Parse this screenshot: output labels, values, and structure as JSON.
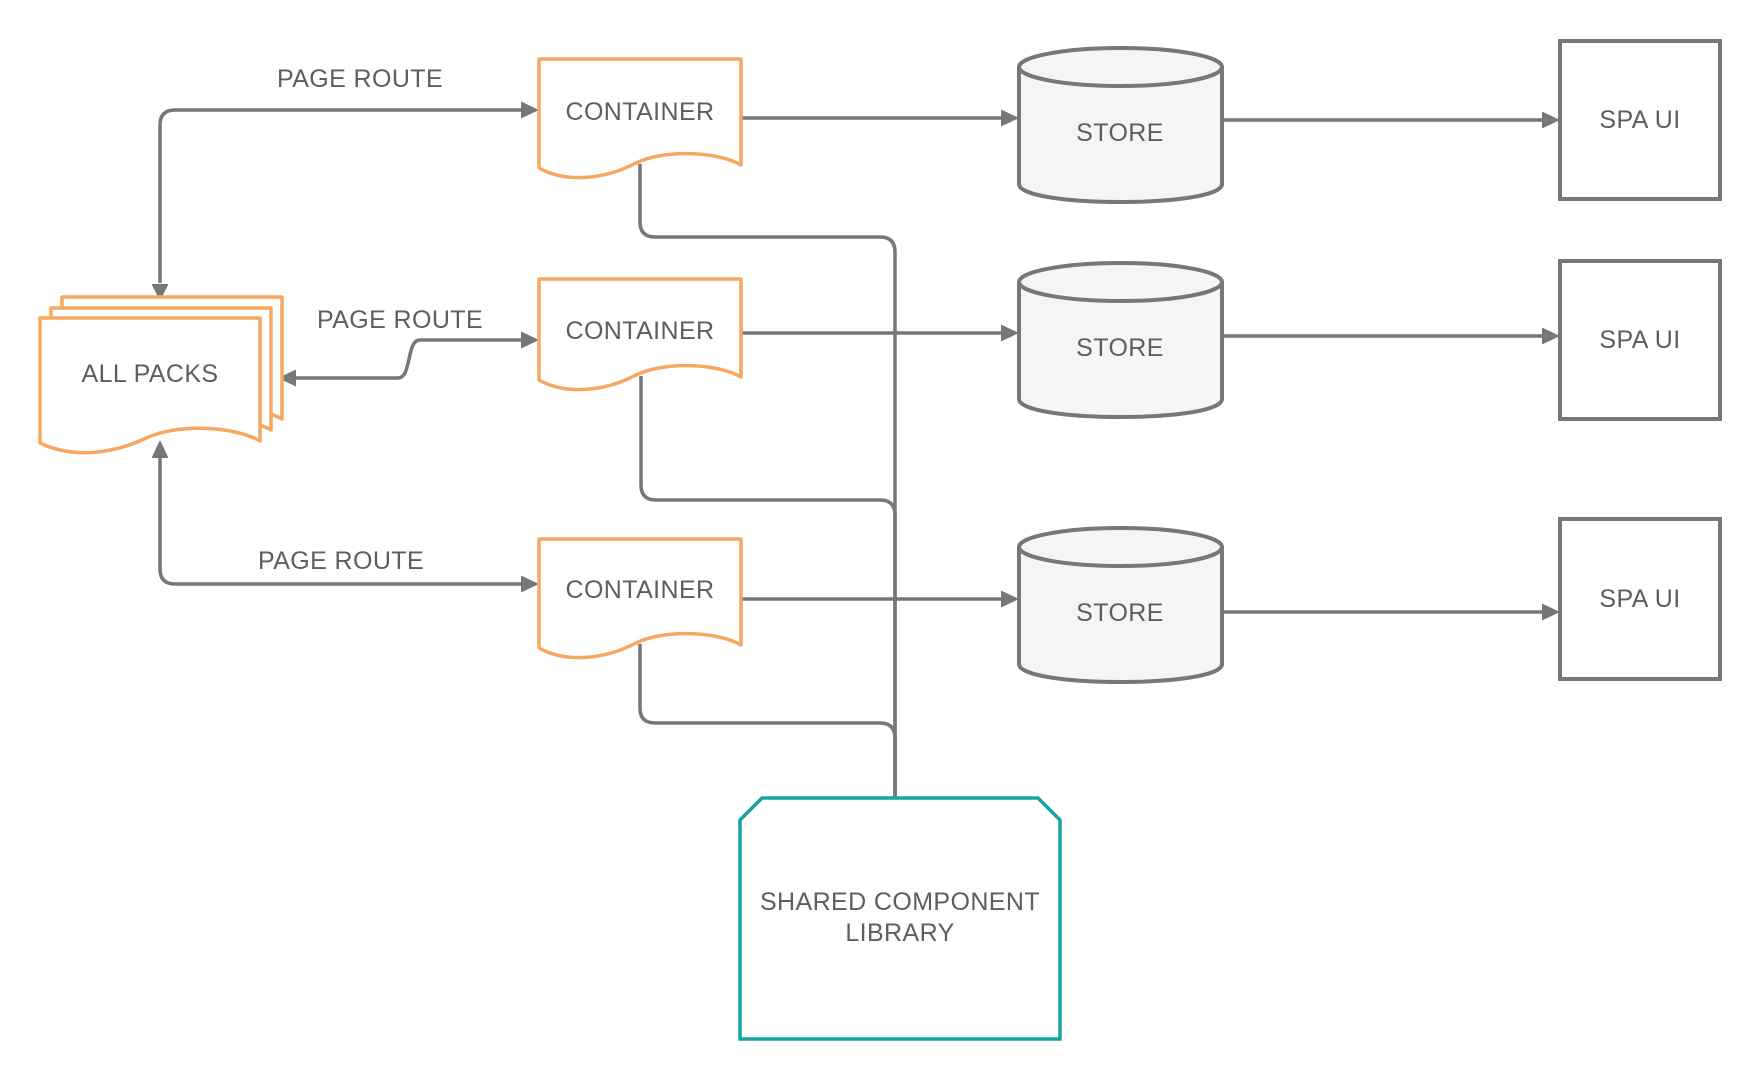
{
  "colors": {
    "accent_orange": "#F6A861",
    "accent_teal": "#18A3A3",
    "line_gray": "#777777",
    "text_gray": "#5E5E5E",
    "cylinder_fill": "#F5F5F5"
  },
  "nodes": {
    "all_packs": {
      "label": "ALL PACKS",
      "shape": "document-stack"
    },
    "container_1": {
      "label": "CONTAINER",
      "shape": "document"
    },
    "container_2": {
      "label": "CONTAINER",
      "shape": "document"
    },
    "container_3": {
      "label": "CONTAINER",
      "shape": "document"
    },
    "store_1": {
      "label": "STORE",
      "shape": "cylinder"
    },
    "store_2": {
      "label": "STORE",
      "shape": "cylinder"
    },
    "store_3": {
      "label": "STORE",
      "shape": "cylinder"
    },
    "spa_ui_1": {
      "label": "SPA UI",
      "shape": "rectangle"
    },
    "spa_ui_2": {
      "label": "SPA UI",
      "shape": "rectangle"
    },
    "spa_ui_3": {
      "label": "SPA UI",
      "shape": "rectangle"
    },
    "shared_library": {
      "label_line1": "SHARED COMPONENT",
      "label_line2": "LIBRARY",
      "shape": "chamfered-rectangle"
    }
  },
  "edges": {
    "page_route_1": {
      "label": "PAGE ROUTE",
      "between": [
        "ALL PACKS",
        "CONTAINER"
      ],
      "bidirectional": true
    },
    "page_route_2": {
      "label": "PAGE ROUTE",
      "between": [
        "ALL PACKS",
        "CONTAINER"
      ],
      "bidirectional": true
    },
    "page_route_3": {
      "label": "PAGE ROUTE",
      "between": [
        "ALL PACKS",
        "CONTAINER"
      ],
      "bidirectional": true
    },
    "container_1_to_store_1": {
      "label": "",
      "bidirectional": false
    },
    "container_2_to_store_2": {
      "label": "",
      "bidirectional": false
    },
    "container_3_to_store_3": {
      "label": "",
      "bidirectional": false
    },
    "store_1_to_spa_ui_1": {
      "label": "",
      "bidirectional": false
    },
    "store_2_to_spa_ui_2": {
      "label": "",
      "bidirectional": false
    },
    "store_3_to_spa_ui_3": {
      "label": "",
      "bidirectional": false
    },
    "containers_to_shared_library": {
      "label": "",
      "bidirectional": false
    }
  }
}
